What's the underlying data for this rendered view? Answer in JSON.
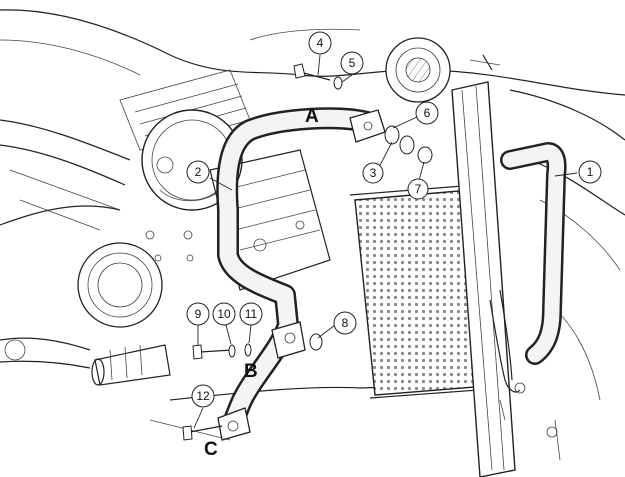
{
  "callouts": [
    {
      "id": "1",
      "label": "1"
    },
    {
      "id": "2",
      "label": "2"
    },
    {
      "id": "3",
      "label": "3"
    },
    {
      "id": "4",
      "label": "4"
    },
    {
      "id": "5",
      "label": "5"
    },
    {
      "id": "6",
      "label": "6"
    },
    {
      "id": "7",
      "label": "7"
    },
    {
      "id": "8",
      "label": "8"
    },
    {
      "id": "9",
      "label": "9"
    },
    {
      "id": "10",
      "label": "10"
    },
    {
      "id": "11",
      "label": "11"
    },
    {
      "id": "12",
      "label": "12"
    }
  ],
  "points": {
    "a": "A",
    "b": "B",
    "c": "C"
  },
  "colors": {
    "ink": "#222222",
    "paper": "#ffffff",
    "bar_fill": "#f4f4f4",
    "radiator": "#9a9a9a"
  }
}
